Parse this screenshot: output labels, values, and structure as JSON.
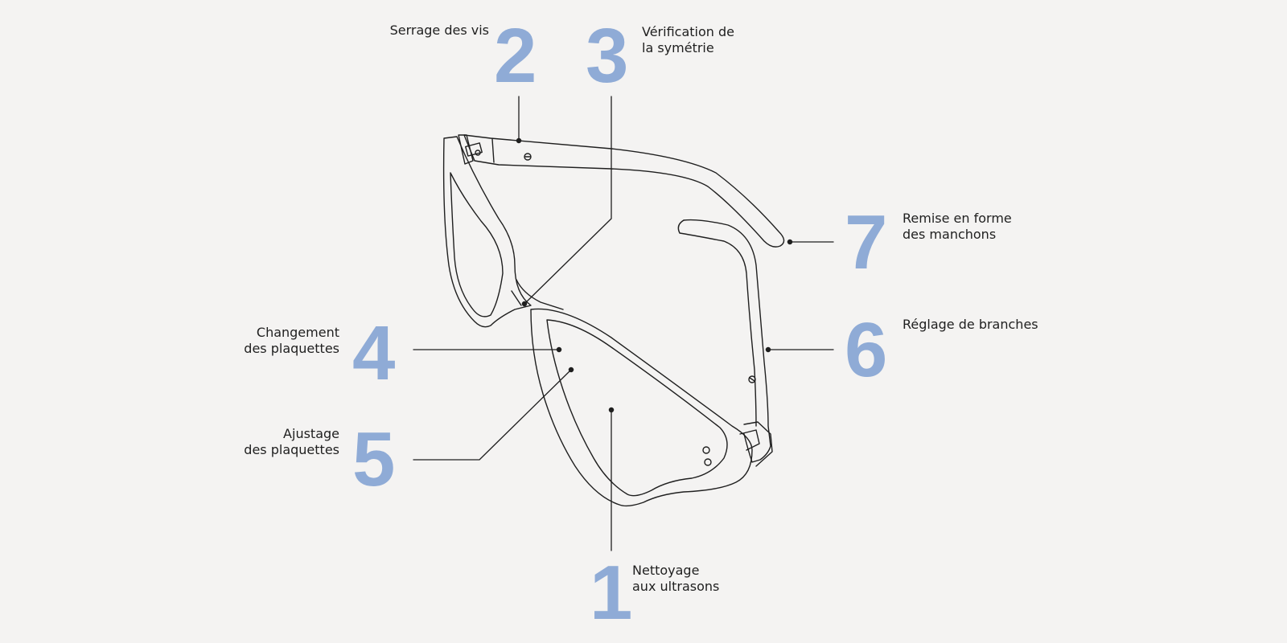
{
  "steps": [
    {
      "number": "1",
      "label_line1": "Nettoyage",
      "label_line2": "aux ultrasons"
    },
    {
      "number": "2",
      "label_line1": "Serrage des vis",
      "label_line2": ""
    },
    {
      "number": "3",
      "label_line1": "Vérification de",
      "label_line2": "la symétrie"
    },
    {
      "number": "4",
      "label_line1": "Changement",
      "label_line2": "des plaquettes"
    },
    {
      "number": "5",
      "label_line1": "Ajustage",
      "label_line2": "des plaquettes"
    },
    {
      "number": "6",
      "label_line1": "Réglage de branches",
      "label_line2": ""
    },
    {
      "number": "7",
      "label_line1": "Remise en forme",
      "label_line2": "des manchons"
    }
  ],
  "colors": {
    "background": "#f4f3f2",
    "number": "#8fabd6",
    "line": "#1f1f1f"
  }
}
